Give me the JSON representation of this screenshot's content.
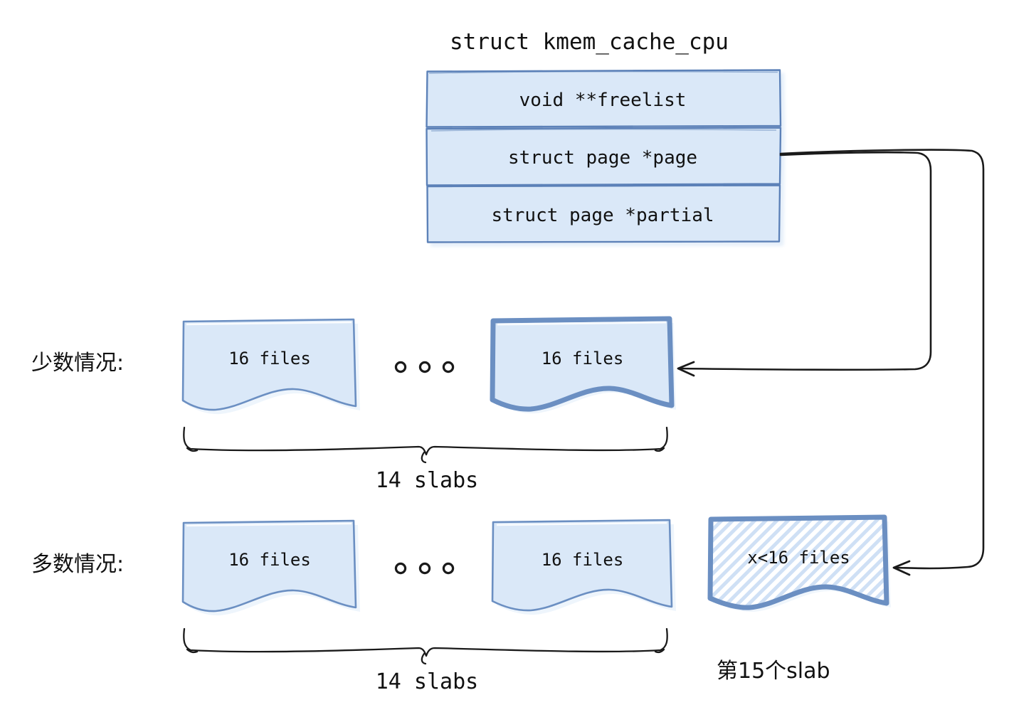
{
  "struct": {
    "title": "struct kmem_cache_cpu",
    "fields": [
      {
        "label": "void **freelist"
      },
      {
        "label": "struct page *page"
      },
      {
        "label": "struct page *partial"
      }
    ]
  },
  "rows": [
    {
      "case_label": "少数情况:",
      "slabs": [
        {
          "text": "16 files",
          "emphasis": false
        },
        {
          "text": "16 files",
          "emphasis": true
        }
      ],
      "ellipsis": "o o o",
      "brace_label": "14 slabs"
    },
    {
      "case_label": "多数情况:",
      "slabs": [
        {
          "text": "16 files",
          "emphasis": false
        },
        {
          "text": "16 files",
          "emphasis": false
        }
      ],
      "ellipsis": "o o o",
      "brace_label": "14 slabs",
      "extra_slab": {
        "text": "x<16 files",
        "caption": "第15个slab",
        "hatched": true
      }
    }
  ],
  "colors": {
    "slab_fill": "#dae8f8",
    "slab_border": "#6b8fc2",
    "slab_border_strong": "#6b8fc2",
    "box_fill": "#dae8f8",
    "box_border": "#5b81b8",
    "arrow": "#1a1a1a",
    "text": "#111111",
    "hatch": "#cfe0f5"
  },
  "icons": {
    "arrow_page_to_slab": "arrow-icon",
    "arrow_page_to_partial_slab": "arrow-icon",
    "ellipsis": "ellipsis-icon",
    "brace": "curly-brace-icon"
  }
}
